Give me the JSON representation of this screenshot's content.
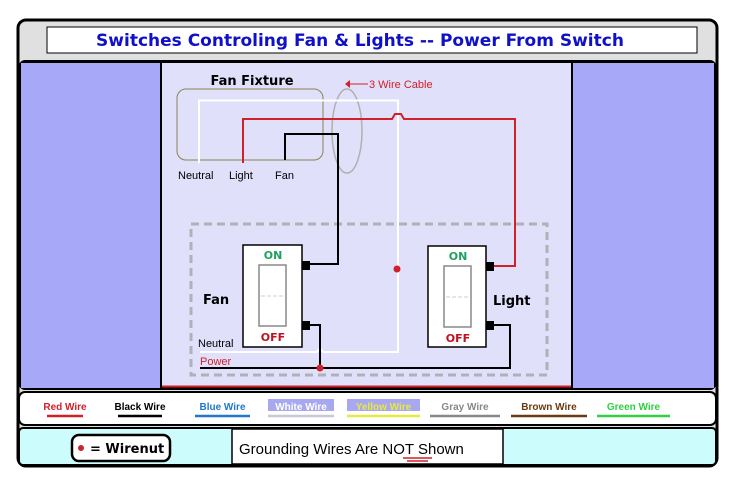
{
  "header": {
    "title": "Switches Controling Fan & Lights  -- Power From Switch"
  },
  "diagram": {
    "fixture_label": "Fan Fixture",
    "cable_label": "3 Wire Cable",
    "fixture_wires": {
      "neutral": "Neutral",
      "light": "Light",
      "fan": "Fan"
    },
    "fan_switch": {
      "label": "Fan",
      "on": "ON",
      "off": "OFF"
    },
    "light_switch": {
      "label": "Light",
      "on": "ON",
      "off": "OFF"
    },
    "box_wires": {
      "neutral": "Neutral",
      "power": "Power"
    }
  },
  "legend": [
    {
      "label": "Red Wire",
      "color": "#d0202a"
    },
    {
      "label": "Black Wire",
      "color": "#000000"
    },
    {
      "label": "Blue Wire",
      "color": "#2277cc"
    },
    {
      "label": "White Wire",
      "color": "#ffffff"
    },
    {
      "label": "Yellow Wire",
      "color": "#e8e840"
    },
    {
      "label": "Gray Wire",
      "color": "#888888"
    },
    {
      "label": "Brown Wire",
      "color": "#6b3a10"
    },
    {
      "label": "Green Wire",
      "color": "#30d040"
    }
  ],
  "footer": {
    "wirenut_label": "= Wirenut",
    "note_prefix": "Grounding Wires Are ",
    "note_emphasis": "NOT",
    "note_suffix": " Shown"
  }
}
